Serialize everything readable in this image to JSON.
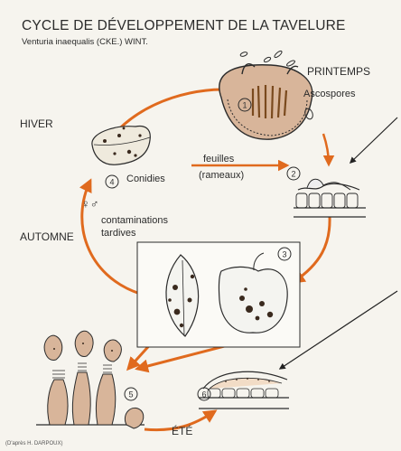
{
  "header": {
    "title": "CYCLE DE DÉVELOPPEMENT DE LA TAVELURE",
    "subtitle": "Venturia inaequalis (CKE.) WINT."
  },
  "seasons": {
    "spring": "PRINTEMPS",
    "winter": "HIVER",
    "autumn": "AUTOMNE",
    "summer": "ÉTÉ"
  },
  "labels": {
    "ascospores": "Ascospores",
    "conidies": "Conidies",
    "leaves_line1": "feuilles",
    "leaves_line2": "(rameaux)",
    "late_contaminations_line1": "contaminations",
    "late_contaminations_line2": "tardives",
    "sex_symbols": "♀♂",
    "source": "(D'après H. DARPOUX)"
  },
  "stages": [
    "1",
    "2",
    "3",
    "4",
    "5",
    "6"
  ],
  "colors": {
    "arrow": "#e06a1e",
    "ink": "#2b2b2b",
    "background": "#f6f4ee"
  }
}
